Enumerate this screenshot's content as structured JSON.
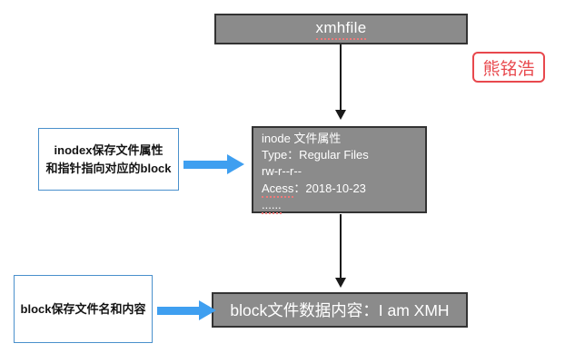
{
  "diagram": {
    "file_box": {
      "label": "xmhfile"
    },
    "author_badge": {
      "label": "熊铭浩"
    },
    "inode_box": {
      "title": "inode 文件属性",
      "type_line": "Type：Regular Files",
      "perm_line": "rw-r--r--",
      "access_label": "Acess",
      "access_value": "：2018-10-23",
      "ellipsis": "......"
    },
    "block_box": {
      "label": "block文件数据内容：I am XMH"
    },
    "inode_note": {
      "line1": "inodex保存文件属性",
      "line2": "和指针指向对应的block"
    },
    "block_note": {
      "label": "block保存文件名和内容"
    },
    "colors": {
      "box_gray": "#8b8b8b",
      "box_border": "#333333",
      "arrow_blue": "#3f9ff0",
      "note_border": "#4a90cc",
      "accent_red": "#e8484d",
      "underline_red": "#ee7a7a",
      "arrow_black": "#1a1a1a"
    }
  }
}
